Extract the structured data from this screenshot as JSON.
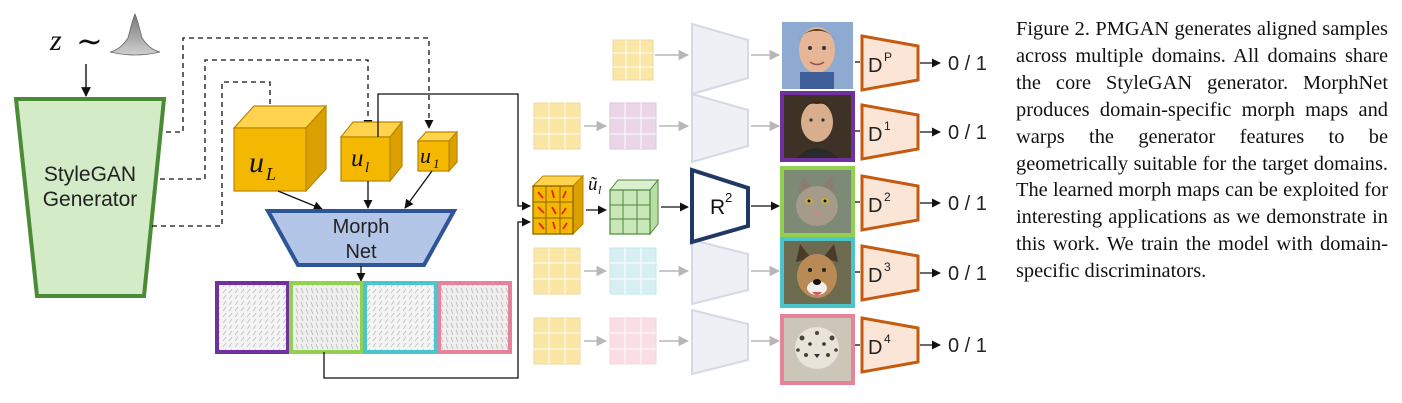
{
  "latent": {
    "z": "z",
    "sim": "∼"
  },
  "generator": {
    "line1": "StyleGAN",
    "line2": "Generator"
  },
  "features": [
    {
      "base": "u",
      "sub": "L"
    },
    {
      "base": "u",
      "sub": "l"
    },
    {
      "base": "u",
      "sub": "1"
    }
  ],
  "morphnet": {
    "line1": "Morph",
    "line2": "Net"
  },
  "warped_feature": {
    "base": "ũ",
    "sub": "l"
  },
  "renderer": {
    "base": "R",
    "sup": "2"
  },
  "discriminators": [
    {
      "base": "D",
      "sup": "P"
    },
    {
      "base": "D",
      "sup": "1"
    },
    {
      "base": "D",
      "sup": "2"
    },
    {
      "base": "D",
      "sup": "3"
    },
    {
      "base": "D",
      "sup": "4"
    }
  ],
  "outputs": [
    "0 / 1",
    "0 / 1",
    "0 / 1",
    "0 / 1",
    "0 / 1"
  ],
  "colors": {
    "generator_fill": "#d3ebc7",
    "generator_stroke": "#4b8a37",
    "feature_fill": "#f5b800",
    "feature_stroke": "#b98600",
    "morphnet_fill": "#b4c6e7",
    "morphnet_stroke": "#2f5597",
    "renderer_stroke": "#1f3864",
    "disc_fill": "#fbe5d6",
    "disc_stroke": "#c55a11",
    "domain_purple": "#7030a0",
    "domain_green": "#92d050",
    "domain_cyan": "#4bc4cc",
    "domain_pink": "#e6839a",
    "domain_orange": "#f8cbad"
  },
  "caption": "Figure 2. PMGAN generates aligned samples across multiple domains. All domains share the core StyleGAN generator. MorphNet produces domain-specific morph maps and warps the generator features to be geometrically suitable for the target domains. The learned morph maps can be exploited for interesting applications as we demonstrate in this work. We train the model with domain-specific discriminators."
}
